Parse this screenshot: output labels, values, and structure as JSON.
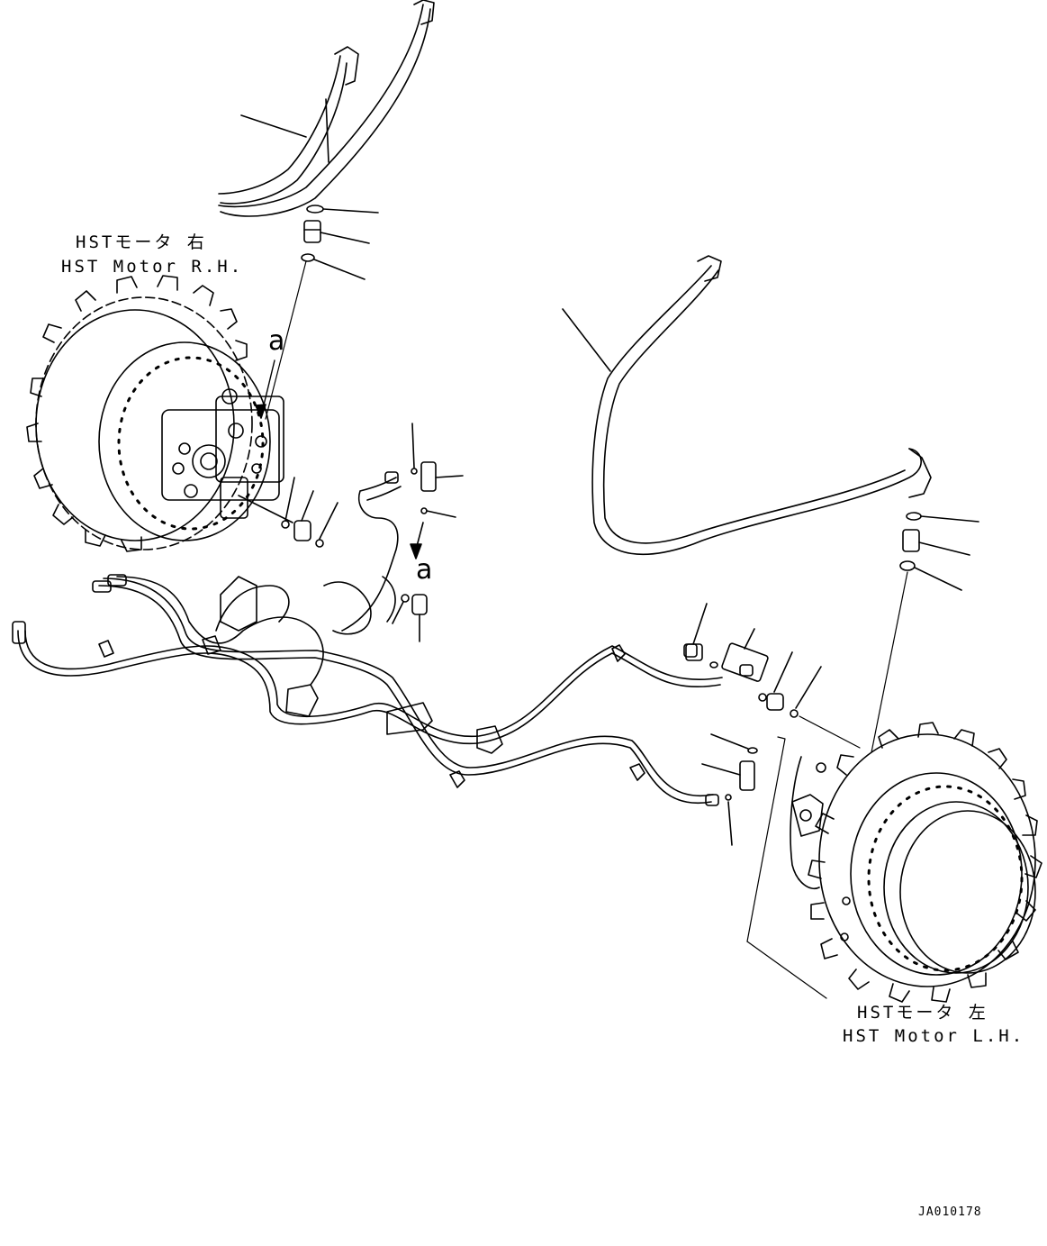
{
  "labels": {
    "motor_rh_jp": "HSTモータ 右",
    "motor_rh_en": "HST Motor R.H.",
    "motor_lh_jp": "HSTモータ 左",
    "motor_lh_en": "HST Motor L.H.",
    "callout_a_1": "a",
    "callout_a_2": "a",
    "drawing_code": "JA010178"
  }
}
